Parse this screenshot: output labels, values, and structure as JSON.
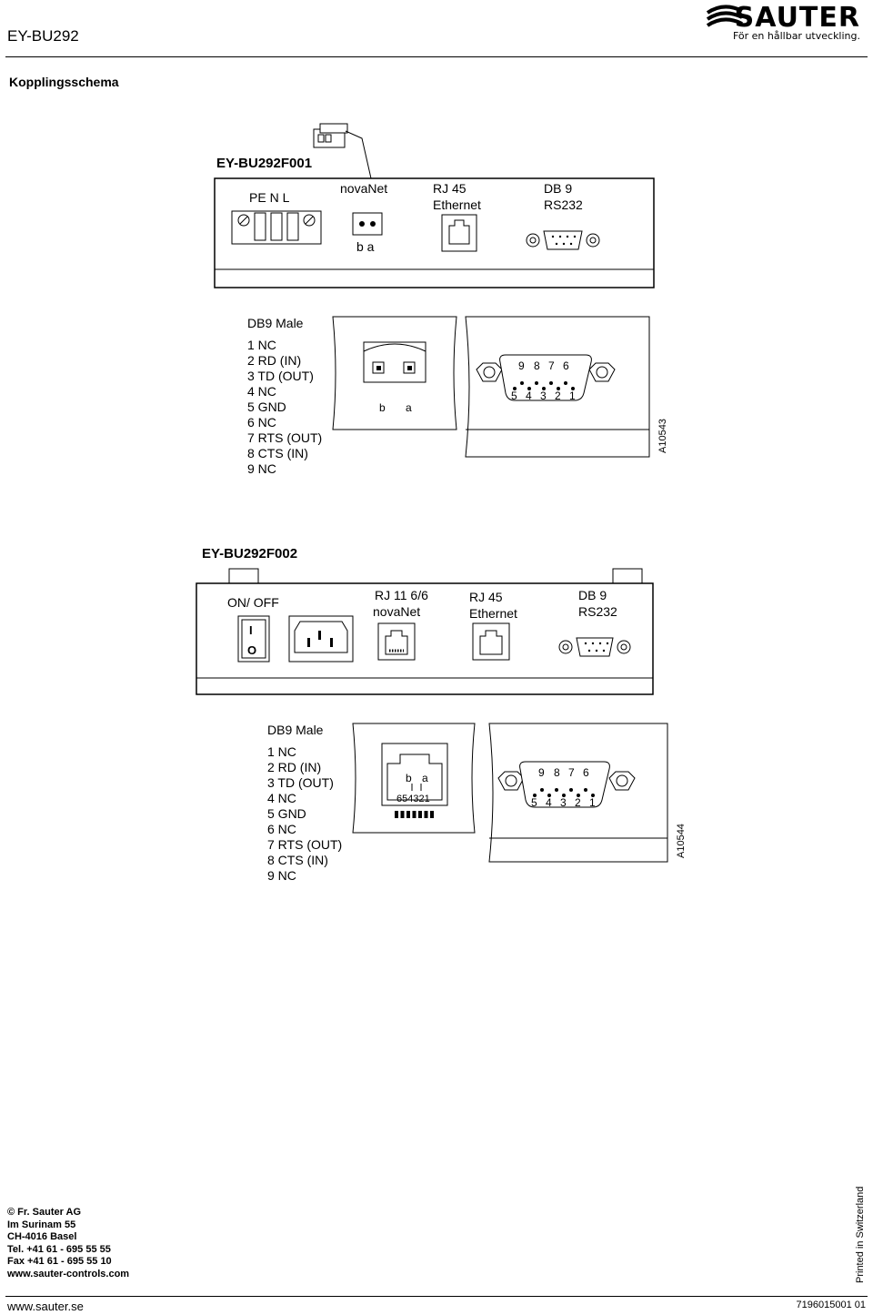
{
  "header": {
    "doc_title": "EY-BU292",
    "brand": "SAUTER",
    "tagline": "För en hållbar utveckling."
  },
  "section_title": "Kopplingsschema",
  "diagram1": {
    "model": "EY-BU292F001",
    "terminals": "PE N  L",
    "novanet": "novaNet",
    "novanet_pins": "b a",
    "rj45": "RJ 45",
    "ethernet": "Ethernet",
    "db9": "DB 9",
    "rs232": "RS232",
    "pinout_title": "DB9 Male",
    "pinout": [
      "1 NC",
      "2 RD (IN)",
      "3 TD (OUT)",
      "4 NC",
      "5 GND",
      "6 NC",
      "7 RTS (OUT)",
      "8 CTS (IN)",
      "9 NC"
    ],
    "detail_b": "b",
    "detail_a": "a",
    "pins_top": [
      "9",
      "8",
      "7",
      "6"
    ],
    "pins_bottom": [
      "5",
      "4",
      "3",
      "2",
      "1"
    ],
    "figure_id": "A10543"
  },
  "diagram2": {
    "model": "EY-BU292F002",
    "switch_label": "ON/ OFF",
    "switch_on": "I",
    "switch_off": "O",
    "rj11": "RJ 11 6/6",
    "novanet": "novaNet",
    "rj45": "RJ 45",
    "ethernet": "Ethernet",
    "db9": "DB 9",
    "rs232": "RS232",
    "pinout_title": "DB9 Male",
    "pinout": [
      "1 NC",
      "2 RD (IN)",
      "3 TD (OUT)",
      "4 NC",
      "5 GND",
      "6 NC",
      "7 RTS (OUT)",
      "8 CTS (IN)",
      "9 NC"
    ],
    "rj11_b": "b",
    "rj11_a": "a",
    "rj11_pins": "654321",
    "pins_top": [
      "9",
      "8",
      "7",
      "6"
    ],
    "pins_bottom": [
      "5",
      "4",
      "3",
      "2",
      "1"
    ],
    "figure_id": "A10544"
  },
  "footer": {
    "address": [
      "© Fr. Sauter AG",
      "Im Surinam 55",
      "CH-4016 Basel",
      "Tel. +41 61 - 695 55 55",
      "Fax +41 61 - 695 55 10",
      "www.sauter-controls.com"
    ],
    "printed": "Printed in Switzerland",
    "url": "www.sauter.se",
    "doc_code": "7196015001  01"
  }
}
